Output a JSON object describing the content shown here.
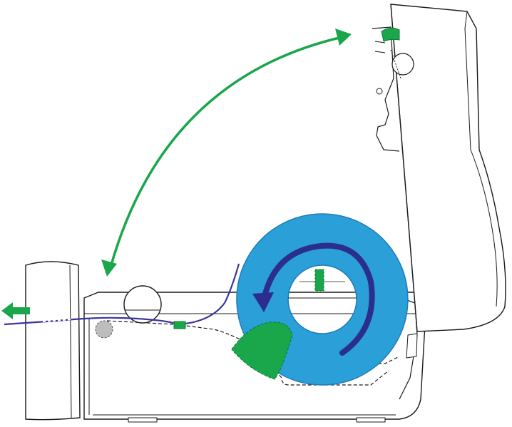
{
  "colors": {
    "outline": "#1a1a1a",
    "roll_blue": "#2a9fd8",
    "roll_stroke": "#1f7cb8",
    "arrow_dark_blue": "#2b2e8f",
    "media_path_blue": "#3a34a0",
    "green": "#1aa64a",
    "green_dark": "#0d7a35",
    "gray_roller": "#bdbdbd",
    "white": "#ffffff"
  },
  "icons": {
    "open_close_arrow": "double-headed-curved-arrow",
    "rotation_arrow": "circular-arrow",
    "feed_arrow": "left-arrow"
  }
}
